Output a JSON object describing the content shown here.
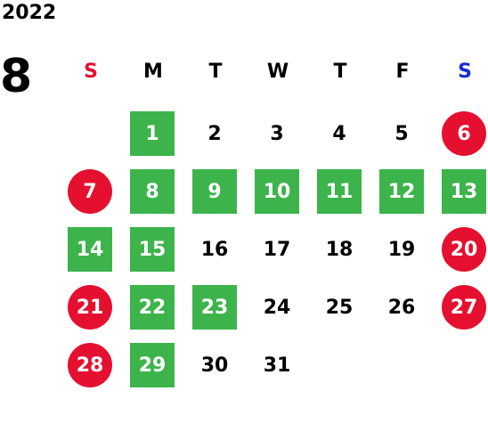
{
  "year": "2022",
  "month": "8",
  "colors": {
    "sun": "#e5102f",
    "sat": "#1a2bd1",
    "green": "#3cb44b",
    "red": "#e5102f"
  },
  "weekdays": [
    "S",
    "M",
    "T",
    "W",
    "T",
    "F",
    "S"
  ],
  "days": [
    {
      "label": "1",
      "style": "green"
    },
    {
      "label": "2",
      "style": "plain"
    },
    {
      "label": "3",
      "style": "plain"
    },
    {
      "label": "4",
      "style": "plain"
    },
    {
      "label": "5",
      "style": "plain"
    },
    {
      "label": "6",
      "style": "red"
    },
    {
      "label": "7",
      "style": "red"
    },
    {
      "label": "8",
      "style": "green"
    },
    {
      "label": "9",
      "style": "green"
    },
    {
      "label": "10",
      "style": "green"
    },
    {
      "label": "11",
      "style": "green"
    },
    {
      "label": "12",
      "style": "green"
    },
    {
      "label": "13",
      "style": "green"
    },
    {
      "label": "14",
      "style": "green"
    },
    {
      "label": "15",
      "style": "green"
    },
    {
      "label": "16",
      "style": "plain"
    },
    {
      "label": "17",
      "style": "plain"
    },
    {
      "label": "18",
      "style": "plain"
    },
    {
      "label": "19",
      "style": "plain"
    },
    {
      "label": "20",
      "style": "red"
    },
    {
      "label": "21",
      "style": "red"
    },
    {
      "label": "22",
      "style": "green"
    },
    {
      "label": "23",
      "style": "green"
    },
    {
      "label": "24",
      "style": "plain"
    },
    {
      "label": "25",
      "style": "plain"
    },
    {
      "label": "26",
      "style": "plain"
    },
    {
      "label": "27",
      "style": "red"
    },
    {
      "label": "28",
      "style": "red"
    },
    {
      "label": "29",
      "style": "green"
    },
    {
      "label": "30",
      "style": "plain"
    },
    {
      "label": "31",
      "style": "plain"
    }
  ]
}
